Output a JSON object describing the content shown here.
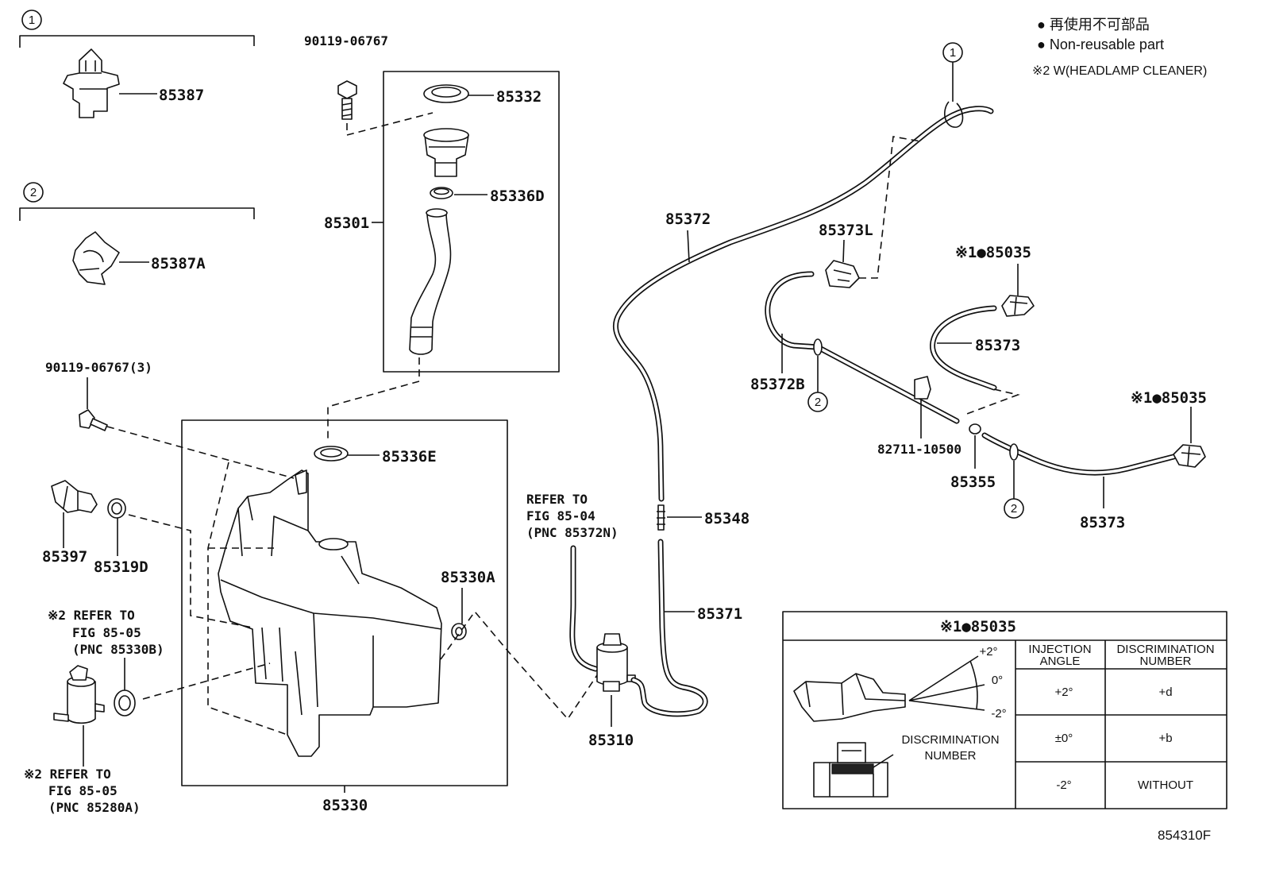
{
  "figure_code": "854310F",
  "legend": {
    "non_reusable_jp": "● 再使用不可部品",
    "non_reusable_en": "● Non-reusable part",
    "headlamp_note": "※2 W(HEADLAMP CLEANER)"
  },
  "callouts": {
    "one": "1",
    "two": "2"
  },
  "parts": {
    "clip_85387": "85387",
    "clip_85387a": "85387A",
    "bolt_top": "90119-06767",
    "cap_85332": "85332",
    "ring_85336d": "85336D",
    "inlet_85301": "85301",
    "bolt_set": "90119-06767(3)",
    "ring_85336e": "85336E",
    "sensor_85397": "85397",
    "grommet_85319d": "85319D",
    "grommet_85330a": "85330A",
    "tank_85330": "85330",
    "pump_85310": "85310",
    "hose_85372": "85372",
    "joint_85348": "85348",
    "hose_85371": "85371",
    "nozzle_85373l": "85373L",
    "hose_85372b": "85372B",
    "clamp_82711": "82711-10500",
    "joint_85355": "85355",
    "nozzle_85035_upper": "※1●85035",
    "hose_85373_upper": "85373",
    "nozzle_85035_lower": "※1●85035",
    "hose_85373_lower": "85373"
  },
  "references": {
    "pump_grommet": {
      "line1": "※2 REFER TO",
      "line2": "FIG 85-05",
      "line3": "(PNC 85330B)"
    },
    "headlamp_pump": {
      "line1": "※2 REFER TO",
      "line2": "FIG 85-05",
      "line3": "(PNC 85280A)"
    },
    "washer_hose": {
      "line1": "REFER TO",
      "line2": "FIG 85-04",
      "line3": "(PNC 85372N)"
    }
  },
  "table": {
    "title": "※1●85035",
    "header_angle": [
      "INJECTION",
      "ANGLE"
    ],
    "header_number": [
      "DISCRIMINATION",
      "NUMBER"
    ],
    "rows": [
      {
        "angle": "+2°",
        "number": "+d"
      },
      {
        "angle": "±0°",
        "number": "+b"
      },
      {
        "angle": "-2°",
        "number": "WITHOUT"
      }
    ]
  },
  "inset": {
    "angle_plus": "+2°",
    "angle_zero": "0°",
    "angle_minus": "-2°",
    "disc_label": [
      "DISCRIMINATION",
      "NUMBER"
    ]
  }
}
